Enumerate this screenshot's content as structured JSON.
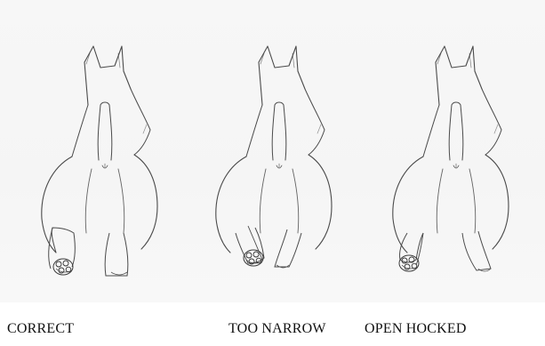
{
  "figure": {
    "panels": [
      {
        "label": "CORRECT",
        "icon": "dog-rear-correct-icon"
      },
      {
        "label": "TOO NARROW",
        "icon": "dog-rear-too-narrow-icon"
      },
      {
        "label": "OPEN HOCKED",
        "icon": "dog-rear-open-hocked-icon"
      }
    ],
    "colors": {
      "pencil": "#4a4a4a",
      "paper": "#f6f6f6",
      "text": "#111111"
    }
  }
}
